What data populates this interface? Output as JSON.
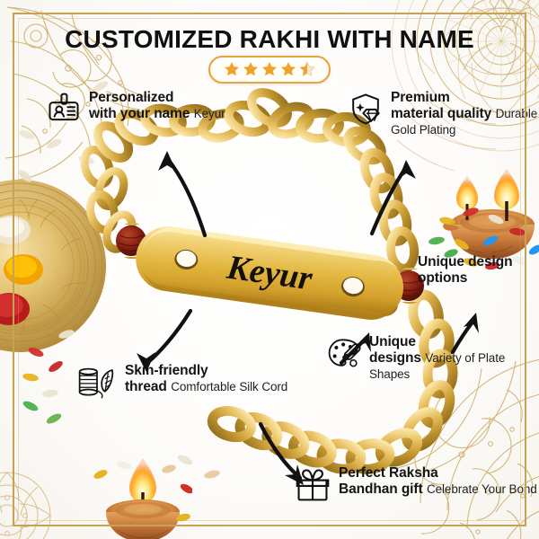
{
  "header": {
    "title": "CUSTOMIZED RAKHI WITH NAME",
    "rating": {
      "value": 4.5,
      "max": 5,
      "full_stars": 4,
      "half_stars": 1,
      "star_color": "#f0a32a",
      "badge_border_color": "#e8a33d"
    }
  },
  "product": {
    "name_on_plate": "Keyur",
    "plate_color": "#e8b83f",
    "chain_color": "#d9a63a",
    "bead_color": "#8f2014"
  },
  "features": [
    {
      "id": "personalized",
      "icon": "id-badge-icon",
      "title": "Personalized\nwith your name",
      "subtitle": "Keyur"
    },
    {
      "id": "premium",
      "icon": "shield-diamond-icon",
      "title": "Premium\nmaterial quality",
      "subtitle": "Durable Gold Plating"
    },
    {
      "id": "unique-design-options",
      "icon": "none",
      "title": "Unique design\noptions",
      "subtitle": ""
    },
    {
      "id": "unique-designs",
      "icon": "palette-brush-icon",
      "title": "Unique\ndesigns",
      "subtitle": "Variety of Plate Shapes"
    },
    {
      "id": "skin-friendly",
      "icon": "thread-spool-feather-icon",
      "title": "Skin-friendly\nthread",
      "subtitle": "Comfortable Silk Cord"
    },
    {
      "id": "gift",
      "icon": "gift-box-icon",
      "title": "Perfect Raksha\nBandhan gift",
      "subtitle": "Celebrate Your Bond"
    }
  ],
  "decor": {
    "frame_color": "#c8a254",
    "mandala_color": "#c9a55c",
    "thali": "pooja-thali-icon",
    "diya_right": "diya-lamp-icon",
    "diya_bottom": "diya-lamp-icon",
    "grains": "colored-rice-grains"
  }
}
